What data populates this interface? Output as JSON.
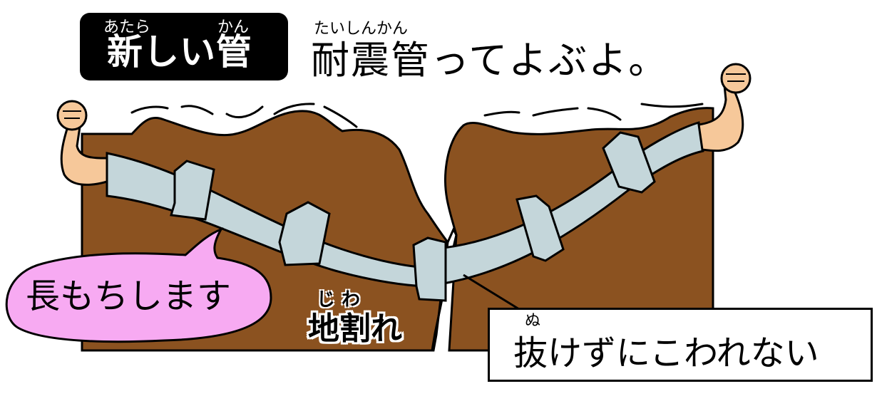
{
  "title": {
    "label": "新しい管",
    "ruby_1": "あたら",
    "ruby_2": "かん"
  },
  "headline": {
    "label": "耐震管ってよぶよ。",
    "ruby": "たいしんかん"
  },
  "speech_bubble": {
    "label": "長もちします",
    "color": "#F7AAF2"
  },
  "crack_label": {
    "label": "地割れ",
    "ruby": "じ わ"
  },
  "callout": {
    "label": "抜けずにこわれない",
    "ruby": "ぬ"
  },
  "colors": {
    "ground": "#8B5220",
    "pipe": "#C4D6DA",
    "skin": "#F6C89A"
  }
}
